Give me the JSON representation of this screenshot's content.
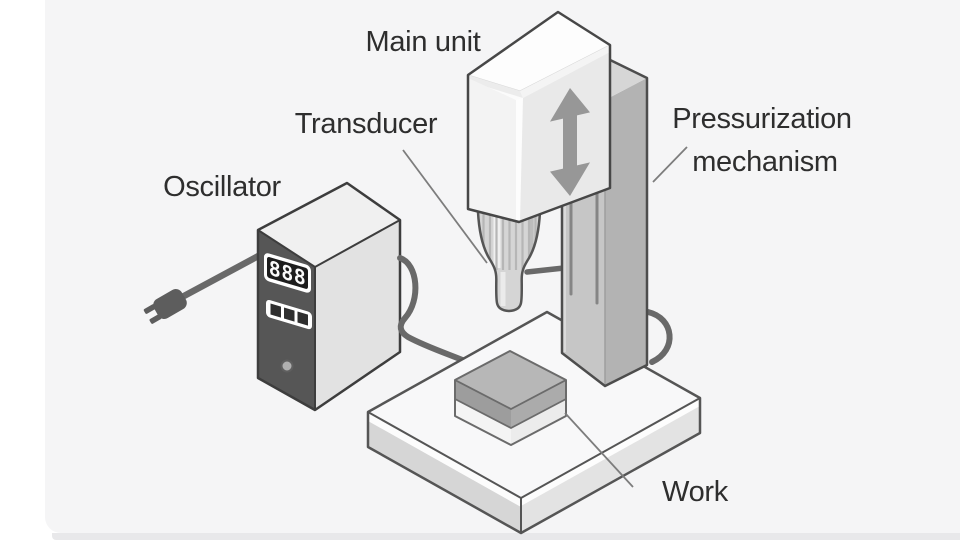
{
  "diagram": {
    "labels": {
      "main_unit": "Main unit",
      "transducer": "Transducer",
      "oscillator": "Oscillator",
      "pressurization_line1": "Pressurization",
      "pressurization_line2": "mechanism",
      "work": "Work"
    },
    "oscillator": {
      "display_value": "888",
      "button_count": 3
    },
    "colors": {
      "page_bg": "#ffffff",
      "canvas_bg": "#f5f5f6",
      "outline": "#4a4a4a",
      "label_text": "#2e2e2e",
      "cable": "#696969",
      "oscillator_front": "#565656",
      "display_bg": "#1d1d1d",
      "display_digits": "#fafafa",
      "arrow": "#979797"
    }
  }
}
